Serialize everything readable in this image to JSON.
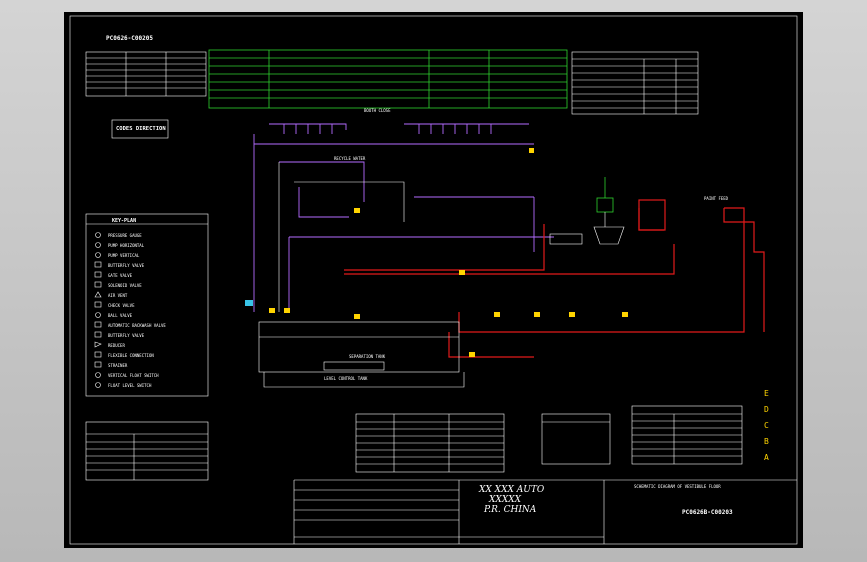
{
  "sheet": {
    "drawing_number": "PC0626-C00205",
    "drawing_number_bottom": "PC0626B-C00203",
    "direction_label": "CODES DIRECTION",
    "title_top": "SCHEMATIC DIAGRAM OF VESTIBULE FLOOR",
    "company_line1": "XX  XXX  AUTO",
    "company_line2": "XXXXX",
    "company_line3": "P.R.  CHINA",
    "revision_letters": [
      "E",
      "D",
      "C",
      "B",
      "A"
    ]
  },
  "legend": {
    "title": "KEY-PLAN",
    "items": [
      "PRESSURE GAUGE",
      "PUMP HORIZONTAL",
      "PUMP VERTICAL",
      "BUTTERFLY VALVE",
      "GATE VALVE",
      "SOLENOID VALVE",
      "AIR VENT",
      "CHECK VALVE",
      "BALL VALVE",
      "AUTOMATIC BACKWASH VALVE",
      "BUTTERFLY VALVE",
      "REDUCER",
      "FLEXIBLE CONNECTION",
      "STRAINER",
      "VERTICAL FLOAT SWITCH",
      "FLOAT LEVEL SWITCH"
    ]
  },
  "diagram_labels": {
    "tank": "LEVEL CONTROL TANK",
    "separation": "SEPARATION TANK",
    "supply": "BOOTH CLOSE",
    "recycle": "RECYCLE WATER",
    "feed": "PAINT FEED"
  }
}
